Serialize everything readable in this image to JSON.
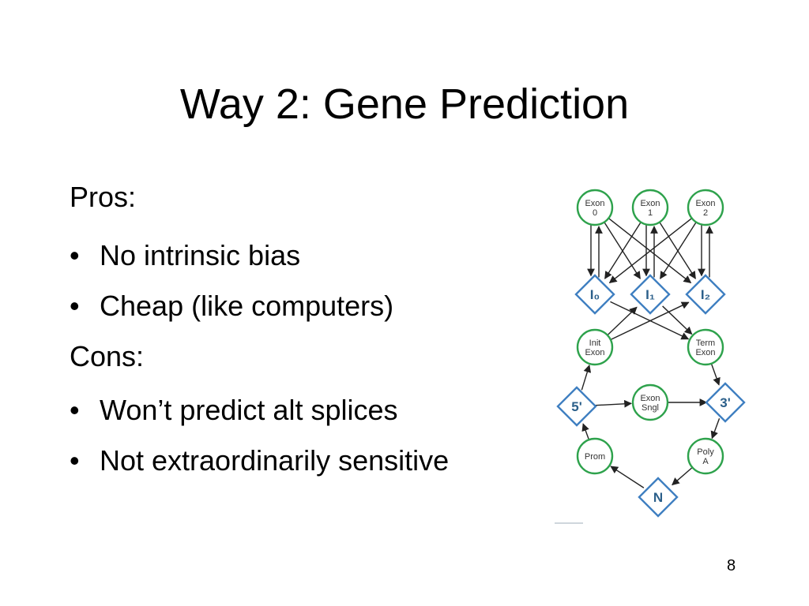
{
  "slide": {
    "title": "Way 2: Gene Prediction",
    "page_number": "8"
  },
  "content": {
    "pros_heading": "Pros:",
    "pros": [
      "No intrinsic bias",
      "Cheap (like computers)"
    ],
    "cons_heading": "Cons:",
    "cons": [
      "Won’t predict alt splices",
      "Not extraordinarily sensitive"
    ],
    "bullet_glyph": "•"
  },
  "diagram": {
    "node_colors": {
      "circle": "#2ea24c",
      "diamond": "#3f7fc1"
    },
    "nodes": {
      "exon0": [
        "Exon",
        "0"
      ],
      "exon1": [
        "Exon",
        "1"
      ],
      "exon2": [
        "Exon",
        "2"
      ],
      "i0": [
        "I₀"
      ],
      "i1": [
        "I₁"
      ],
      "i2": [
        "I₂"
      ],
      "init_exon": [
        "Init",
        "Exon"
      ],
      "term_exon": [
        "Term",
        "Exon"
      ],
      "five_prime": [
        "5'"
      ],
      "exon_sngl": [
        "Exon",
        "Sngl"
      ],
      "three_prime": [
        "3'"
      ],
      "prom": [
        "Prom"
      ],
      "poly_a": [
        "Poly",
        "A"
      ],
      "n": [
        "N"
      ]
    }
  }
}
